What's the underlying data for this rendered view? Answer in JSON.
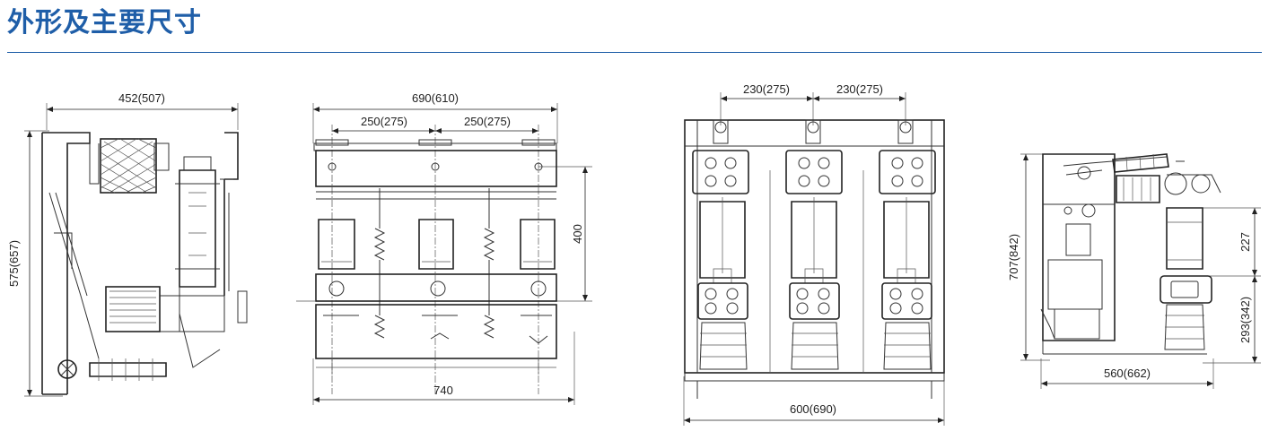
{
  "page": {
    "title": "外形及主要尺寸"
  },
  "views": {
    "side_left": {
      "width_dim": "452(507)",
      "height_dim": "575(657)"
    },
    "front": {
      "total_width_dim": "690(610)",
      "pitch_left_dim": "250(275)",
      "pitch_right_dim": "250(275)",
      "height_dim": "400",
      "base_width_dim": "740"
    },
    "front_three_pole": {
      "pitch_left_dim": "230(275)",
      "pitch_right_dim": "230(275)",
      "width_dim": "600(690)"
    },
    "side_right": {
      "height_dim": "707(842)",
      "upper_dim": "227",
      "lower_dim": "293(342)",
      "width_dim": "560(662)"
    }
  },
  "colors": {
    "title": "#1f5ea8",
    "rule": "#1f5ea8",
    "line": "#222222"
  }
}
